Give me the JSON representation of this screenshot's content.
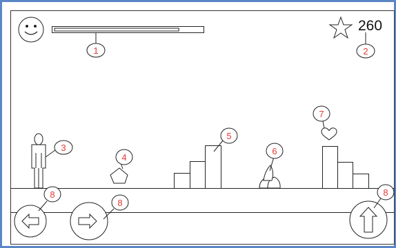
{
  "hud": {
    "avatar_icon": "smiley-face-icon",
    "health_fraction": 0.85,
    "star_icon": "star-icon",
    "score": "260"
  },
  "callouts": {
    "health_bar": "1",
    "score": "2",
    "player": "3",
    "pentagon": "4",
    "stairs": "5",
    "fire": "6",
    "heart": "7",
    "left_button": "8",
    "right_button": "8",
    "jump_button": "8"
  },
  "controls": {
    "left_icon": "arrow-left-icon",
    "right_icon": "arrow-right-icon",
    "jump_icon": "arrow-up-icon"
  },
  "colors": {
    "frame_border": "#5a86c6",
    "callout_red": "#e53935",
    "line": "#222222"
  }
}
